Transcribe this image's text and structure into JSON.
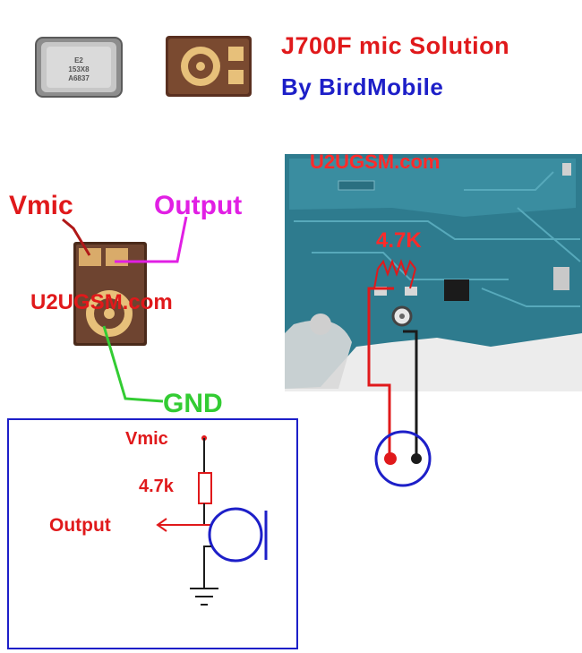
{
  "header": {
    "title": "J700F mic Solution",
    "subtitle": "By BirdMobile"
  },
  "photos": {
    "mic_front_text_1": "E2",
    "mic_front_text_2": "153X8",
    "mic_front_text_3": "A6837"
  },
  "pinout": {
    "vmic_label": "Vmic",
    "output_label": "Output",
    "gnd_label": "GND",
    "watermark": "U2UGSM.com"
  },
  "board": {
    "watermark": "U2UGSM.com",
    "resistor_label": "4.7K"
  },
  "schematic": {
    "vmic_label": "Vmic",
    "resistor_label": "4.7k",
    "output_label": "Output"
  },
  "colors": {
    "red": "#e0191b",
    "blue": "#1d1fc8",
    "magenta": "#e11fe4",
    "green": "#33cc33",
    "board": "#2e7b8e"
  }
}
